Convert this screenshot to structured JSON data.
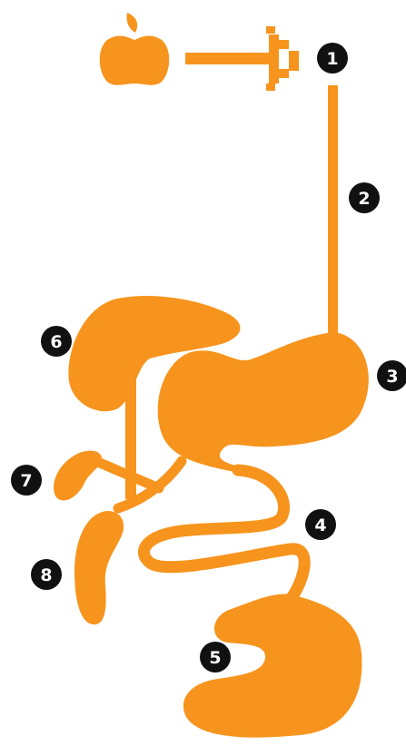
{
  "colors": {
    "organ_fill": "#f7941d",
    "marker_fill": "#111111",
    "marker_text": "#ffffff",
    "outline_marker_text": "#111111"
  },
  "icons": [
    "apple-icon",
    "digestive-system-diagram"
  ],
  "markers": [
    {
      "id": "1",
      "label": "1"
    },
    {
      "id": "2",
      "label": "2"
    },
    {
      "id": "3",
      "label": "3"
    },
    {
      "id": "4",
      "label": "4"
    },
    {
      "id": "5",
      "label": "5"
    },
    {
      "id": "6",
      "label": "6"
    },
    {
      "id": "7",
      "label": "7"
    },
    {
      "id": "8",
      "label": "8"
    }
  ]
}
